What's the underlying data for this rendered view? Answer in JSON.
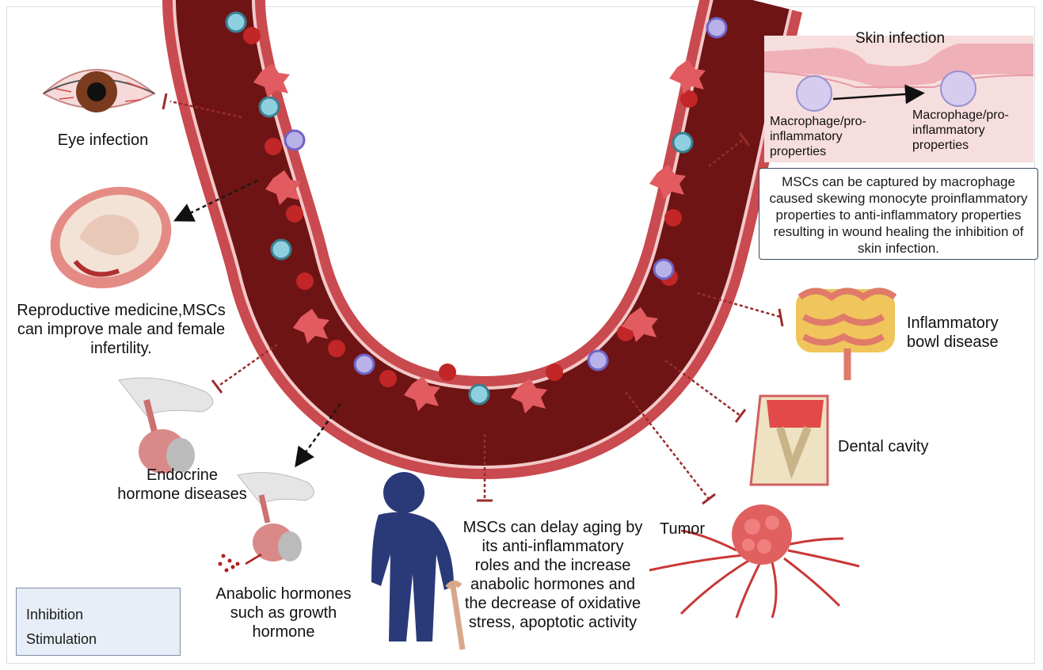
{
  "vessel": {
    "wall_color": "#c94a4f",
    "lumen_color": "#6e1414",
    "inner_line": "#f1c8c8"
  },
  "labels": {
    "eye": "Eye infection",
    "reproductive": [
      "Reproductive medicine,MSCs",
      "can improve male and female",
      "infertility."
    ],
    "endocrine": [
      "Endocrine",
      "hormone diseases"
    ],
    "anabolic": [
      "Anabolic hormones",
      "such as growth",
      "hormone"
    ],
    "aging": [
      "MSCs can delay aging by",
      "its anti-inflammatory",
      "roles and the increase",
      "anabolic hormones and",
      "the decrease of oxidative",
      "stress, apoptotic activity"
    ],
    "tumor": "Tumor",
    "dental": "Dental cavity",
    "ibd": [
      "Inflammatory",
      "bowl disease"
    ]
  },
  "skin": {
    "title": "Skin infection",
    "cell_left": [
      "Macrophage/pro-",
      "inflammatory",
      "properties"
    ],
    "cell_right": [
      "Macrophage/pro-",
      "inflammatory",
      "properties"
    ],
    "description": [
      "MSCs can be captured by macrophage",
      "caused skewing monocyte proinflammatory",
      "properties to anti-inflammatory properties",
      "resulting in wound healing the inhibition of",
      "skin infection."
    ]
  },
  "legend": {
    "inhibition": "Inhibition",
    "stimulation": "Stimulation"
  },
  "colors": {
    "inhibition": "#9a2b2b",
    "stimulation": "#1a1a1a",
    "person": "#2a3a78"
  }
}
